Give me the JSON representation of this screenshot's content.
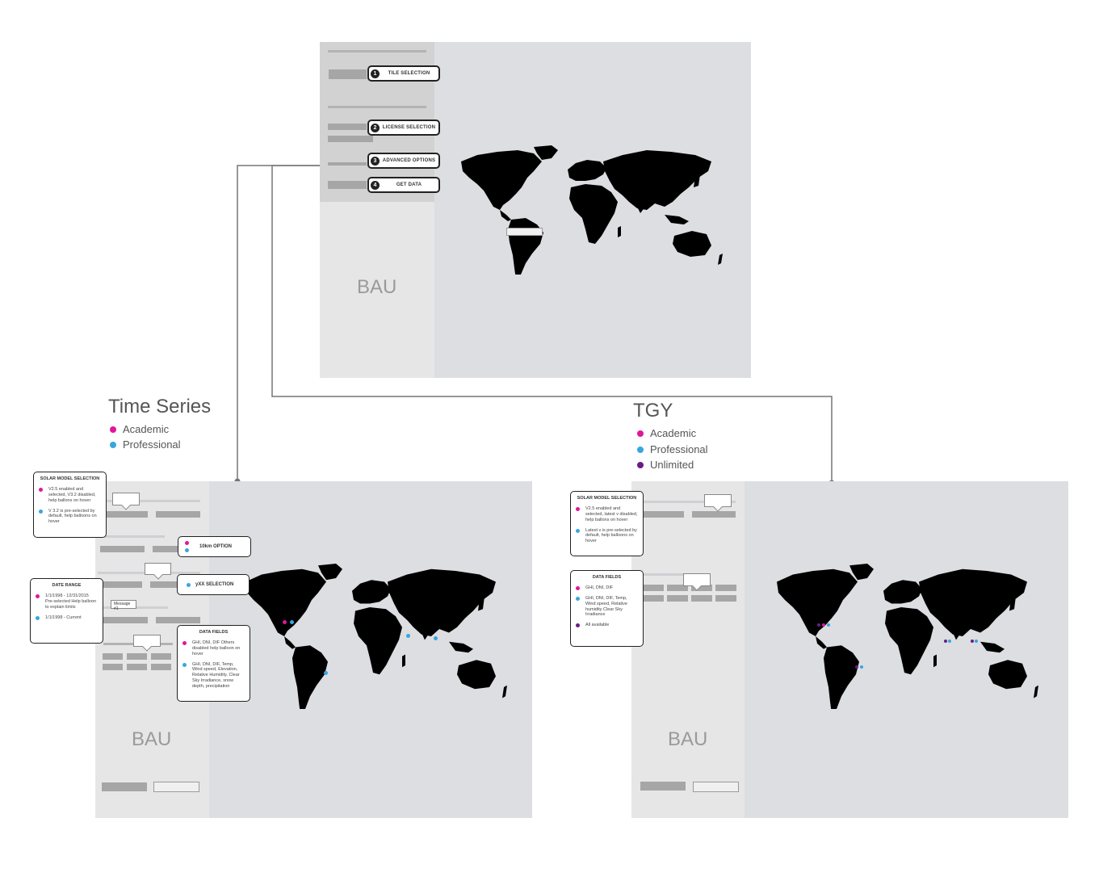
{
  "colors": {
    "academic": "#e0169b",
    "professional": "#37a6e0",
    "unlimited": "#6b1b86"
  },
  "top_panel": {
    "steps": [
      {
        "num": "1",
        "label": "TILE SELECTION"
      },
      {
        "num": "2",
        "label": "LICENSE SELECTION"
      },
      {
        "num": "3",
        "label": "ADVANCED OPTIONS"
      },
      {
        "num": "4",
        "label": "GET DATA"
      }
    ],
    "bau_label": "BAU"
  },
  "time_series": {
    "title": "Time Series",
    "legend": [
      {
        "label": "Academic",
        "color_key": "academic"
      },
      {
        "label": "Professional",
        "color_key": "professional"
      }
    ],
    "solar_model": {
      "title": "SOLAR MODEL SELECTION",
      "academic_text": "V2.5 enabled and selected, V3.2 disabled, help ballons on hover",
      "professional_text": "V 3.2 is pre-selected by default, help balloons on hover"
    },
    "option_10km": "10km OPTION",
    "yxx_selection": "yXX SELECTION",
    "date_range": {
      "title": "DATE RANGE",
      "academic_text": "1/1/1998 - 12/31/2015 Pre-selected Help balloon to explain limits",
      "professional_text": "1/1/1998 - Current"
    },
    "message_label": "Message #1",
    "data_fields": {
      "title": "DATA FIELDS",
      "academic_text": "GHI, DNI, DIF Others disabled help balloon on hover",
      "professional_text": "GHI, DNI, DIF, Temp, Wind speed, Elevation, Relative Humidity, Clear Sky Irradiance, snow depth, precipitation"
    },
    "bau_label": "BAU"
  },
  "tgy": {
    "title": "TGY",
    "legend": [
      {
        "label": "Academic"
      },
      {
        "label": "Professional"
      },
      {
        "label": "Unlimited"
      }
    ],
    "solar_model": {
      "title": "SOLAR MODEL SELECTION",
      "academic_text": "V2.5 enabled and selected, latest v disabled, help ballons on hover",
      "professional_text": "Latest v is pre-selected by default, help balloons on hover"
    },
    "data_fields": {
      "title": "DATA FIELDS",
      "academic_text": "GHI, DNI, DIF",
      "professional_text": "GHI, DNI, DIF, Temp, Wind speed, Relative humidity Clear Sky Irradiance",
      "unlimited_text": "All available"
    },
    "bau_label": "BAU"
  }
}
